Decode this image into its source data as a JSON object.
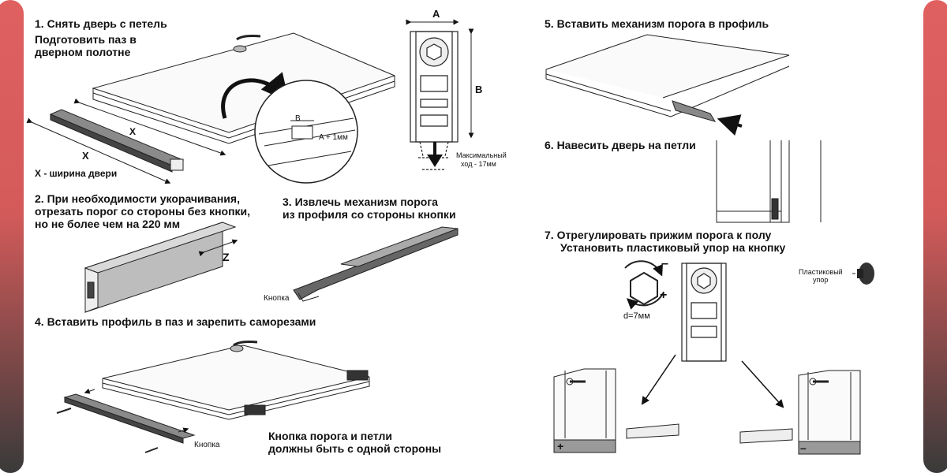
{
  "steps": [
    {
      "title": "1. Снять дверь с петель",
      "subtitle": [
        "Подготовить паз в",
        "дверном полотне"
      ]
    },
    {
      "title": [
        "2. При необходимости укорачивания,",
        "отрезать порог со стороны без кнопки,",
        "но не более чем на 220 мм"
      ]
    },
    {
      "title": [
        "3. Извлечь механизм порога",
        "из профиля со стороны кнопки"
      ]
    },
    {
      "title": "4. Вставить профиль в паз и зарепить саморезами"
    },
    {
      "title": "5. Вставить механизм порога в профиль"
    },
    {
      "title": "6. Навесить дверь на петли"
    },
    {
      "title": [
        "7. Отрегулировать прижим порога к полу",
        "Установить пластиковый упор на кнопку"
      ]
    }
  ],
  "labels": {
    "x": "X",
    "x_def": "X - ширина двери",
    "a": "A",
    "b_profile": "B",
    "b_detail": "B",
    "a_plus": "A + 1мм",
    "max_travel": [
      "Максимальный",
      "ход - 17мм"
    ],
    "z": "Z",
    "button1": "Кнопка",
    "button2": "Кнопка",
    "note": [
      "Кнопка порога и петли",
      "должны быть с одной стороны"
    ],
    "d": "d=7мм",
    "plastic_stop": [
      "Пластиковый",
      "упор"
    ],
    "minus": "–",
    "plus": "+",
    "plus_small": "+",
    "minus_small": "–"
  }
}
